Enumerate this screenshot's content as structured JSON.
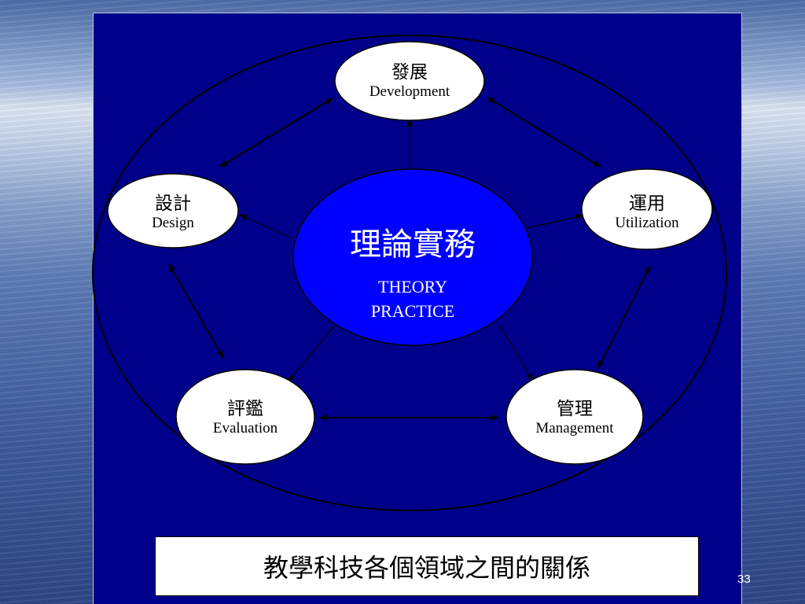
{
  "diagram": {
    "center": {
      "title_zh": "理論實務",
      "title_en_line1": "THEORY",
      "title_en_line2": "PRACTICE"
    },
    "nodes": [
      {
        "id": "development",
        "zh": "發展",
        "en": "Development"
      },
      {
        "id": "design",
        "zh": "設計",
        "en": "Design"
      },
      {
        "id": "utilization",
        "zh": "運用",
        "en": "Utilization"
      },
      {
        "id": "evaluation",
        "zh": "評鑑",
        "en": "Evaluation"
      },
      {
        "id": "management",
        "zh": "管理",
        "en": "Management"
      }
    ],
    "caption": "教學科技各個領域之間的關係",
    "colors": {
      "panel": "#00008b",
      "center_fill": "#0000ff",
      "node_fill": "#ffffff",
      "line": "#000000"
    }
  },
  "slide": {
    "page_number": "33"
  }
}
